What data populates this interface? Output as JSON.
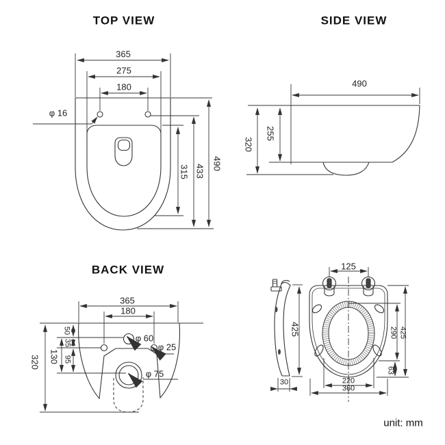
{
  "document": {
    "type": "technical-drawing",
    "subject": "wall-hung toilet dimensions",
    "unit_label": "unit: mm"
  },
  "colors": {
    "line": "#333333",
    "text": "#1f1f1f",
    "background": "#ffffff",
    "hatch": "#999999"
  },
  "top_view": {
    "title": "TOP VIEW",
    "d365": "365",
    "d275": "275",
    "d180": "180",
    "dphi16": "φ 16",
    "d315": "315",
    "d433": "433",
    "d490": "490"
  },
  "side_view": {
    "title": "SIDE VIEW",
    "d490": "490",
    "d255": "255",
    "d320": "320"
  },
  "back_view": {
    "title": "BACK VIEW",
    "d365": "365",
    "d180": "180",
    "d320": "320",
    "d50": "50",
    "d35": "35",
    "d95": "95",
    "d130": "130",
    "dphi60": "φ 60",
    "dphi25": "φ 25",
    "dphi75": "φ 75"
  },
  "seat_view": {
    "d425_side": "425",
    "d30": "30",
    "d125": "125",
    "d290": "290",
    "d425": "425",
    "d63": "63",
    "d220": "220",
    "d360": "360"
  }
}
